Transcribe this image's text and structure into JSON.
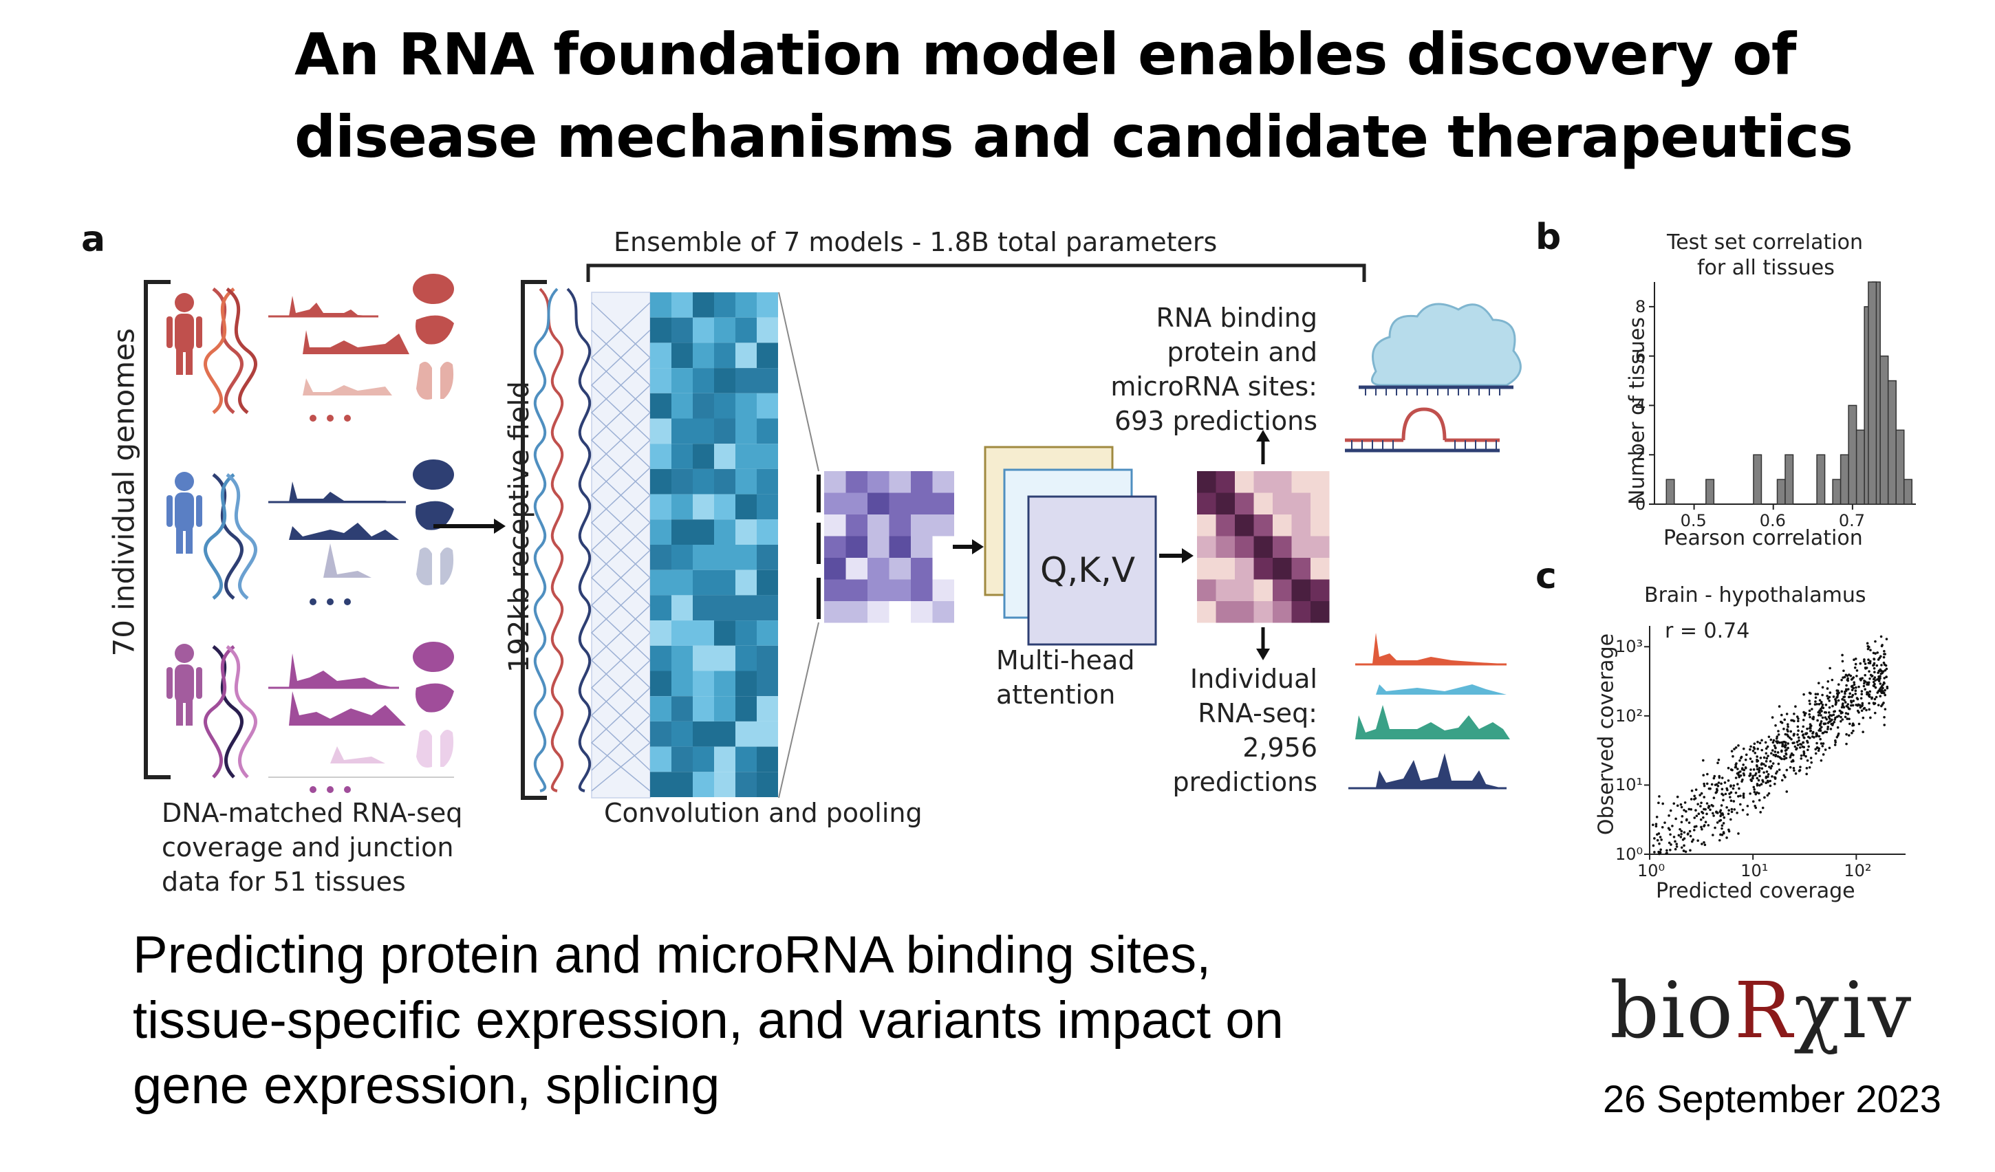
{
  "title": {
    "line1": "An RNA foundation model enables discovery of",
    "line2": "disease mechanisms and candidate therapeutics"
  },
  "figure": {
    "panel_a": {
      "letter": "a",
      "ensemble_label": "Ensemble of 7 models - 1.8B  total parameters",
      "genomes_label": "70 individual genomes",
      "receptive_field_label": "192kb receptive field",
      "data_label_line1": "DNA-matched RNA-seq",
      "data_label_line2": "coverage and junction",
      "data_label_line3": "data for 51 tissues",
      "conv_label": "Convolution and pooling",
      "attention_box": "Q,K,V",
      "attention_label_line1": "Multi-head",
      "attention_label_line2": "attention",
      "rbp_label_line1": "RNA binding",
      "rbp_label_line2": "protein and",
      "rbp_label_line3": "microRNA sites:",
      "rbp_label_line4": "693 predictions",
      "rnaseq_label_line1": "Individual",
      "rnaseq_label_line2": "RNA-seq:",
      "rnaseq_label_line3": "2,956",
      "rnaseq_label_line4": "predictions",
      "ellipsis": "• • •",
      "icons": [
        "human-icon",
        "dna-helix-icon",
        "brain-icon",
        "liver-icon",
        "lung-icon",
        "protein-cloud-icon"
      ],
      "colors": {
        "red_group": "#c0504d",
        "blue_group": "#2e3f73",
        "purple_group": "#a04d9a",
        "conv_dark": "#1f6f93",
        "conv_light": "#6fc1e3",
        "pool": "#7b6bb8",
        "attn_matrix": "#7a3a66"
      }
    },
    "panel_b": {
      "letter": "b",
      "title_line1": "Test set correlation",
      "title_line2": "for all tissues",
      "ylabel": "Number of tissues",
      "xlabel": "Pearson correlation",
      "x_ticks": [
        "0.5",
        "0.6",
        "0.7"
      ],
      "y_ticks": [
        "0",
        "2",
        "4",
        "6",
        "8"
      ]
    },
    "panel_c": {
      "letter": "c",
      "title": "Brain - hypothalamus",
      "annotation": "r = 0.74",
      "ylabel": "Observed coverage",
      "xlabel": "Predicted coverage",
      "x_ticks": [
        "10⁰",
        "10¹",
        "10²"
      ],
      "y_ticks": [
        "10⁰",
        "10¹",
        "10²",
        "10³"
      ]
    }
  },
  "chart_data": [
    {
      "type": "bar",
      "title": "Test set correlation for all tissues",
      "xlabel": "Pearson correlation",
      "ylabel": "Number of tissues",
      "ylim": [
        0,
        9
      ],
      "xlim": [
        0.45,
        0.78
      ],
      "bin_width": 0.01,
      "bins": [
        {
          "x": 0.47,
          "count": 1
        },
        {
          "x": 0.52,
          "count": 1
        },
        {
          "x": 0.58,
          "count": 2
        },
        {
          "x": 0.61,
          "count": 1
        },
        {
          "x": 0.62,
          "count": 2
        },
        {
          "x": 0.66,
          "count": 2
        },
        {
          "x": 0.68,
          "count": 1
        },
        {
          "x": 0.7,
          "count": 4
        },
        {
          "x": 0.71,
          "count": 3
        },
        {
          "x": 0.72,
          "count": 8
        },
        {
          "x": 0.73,
          "count": 9
        },
        {
          "x": 0.74,
          "count": 6
        },
        {
          "x": 0.75,
          "count": 5
        },
        {
          "x": 0.76,
          "count": 3
        },
        {
          "x": 0.77,
          "count": 1
        },
        {
          "x": 0.69,
          "count": 2
        },
        {
          "x": 0.725,
          "count": 9
        }
      ]
    },
    {
      "type": "scatter",
      "title": "Brain - hypothalamus",
      "xlabel": "Predicted coverage",
      "ylabel": "Observed coverage",
      "log_x": true,
      "log_y": true,
      "xlim": [
        1,
        300
      ],
      "ylim": [
        1,
        2000
      ],
      "r": 0.74
    }
  ],
  "caption": {
    "line1": "Predicting protein and microRNA binding sites,",
    "line2": "tissue-specific expression, and variants impact on",
    "line3": "gene expression, splicing"
  },
  "logo": {
    "part1": "bio",
    "part2": "R",
    "part3": "χiv"
  },
  "date": "26 September 2023"
}
